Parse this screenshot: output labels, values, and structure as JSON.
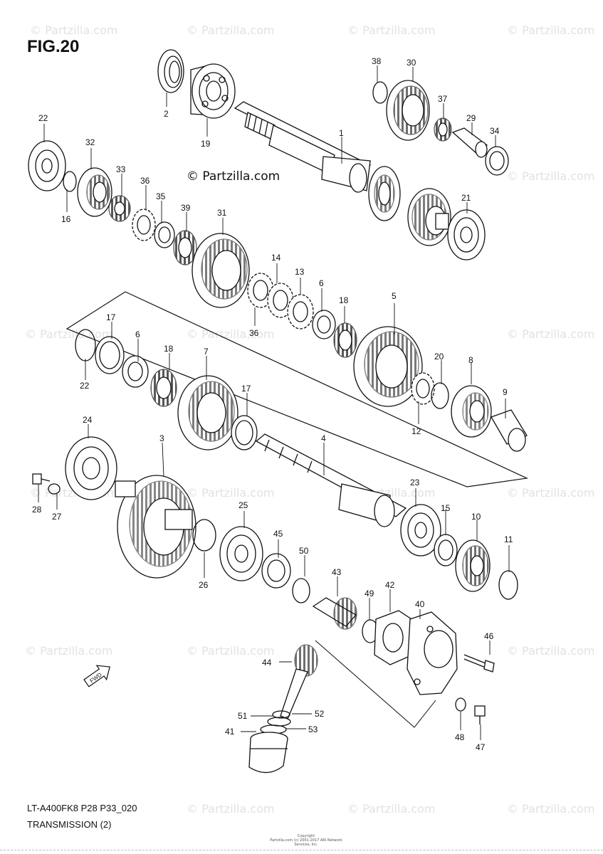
{
  "figure": {
    "title": "FIG.20",
    "brand": "© Partzilla.com",
    "model_code": "LT-A400FK8 P28 P33_020",
    "section_name": "TRANSMISSION (2)",
    "copyright_line1": "Copyright",
    "copyright_line2": "Partzilla.com (c) 2001-2017 ARI Network Services, Inc."
  },
  "watermark": {
    "text": "© Partzilla.com"
  },
  "direction_marker": {
    "label": "FWD",
    "icon": "arrow-fwd-icon"
  },
  "parts": [
    {
      "num": "1"
    },
    {
      "num": "2"
    },
    {
      "num": "3"
    },
    {
      "num": "4"
    },
    {
      "num": "5"
    },
    {
      "num": "6"
    },
    {
      "num": "6"
    },
    {
      "num": "7"
    },
    {
      "num": "8"
    },
    {
      "num": "9"
    },
    {
      "num": "10"
    },
    {
      "num": "11"
    },
    {
      "num": "12"
    },
    {
      "num": "13"
    },
    {
      "num": "14"
    },
    {
      "num": "15"
    },
    {
      "num": "16"
    },
    {
      "num": "17"
    },
    {
      "num": "17"
    },
    {
      "num": "18"
    },
    {
      "num": "18"
    },
    {
      "num": "19"
    },
    {
      "num": "20"
    },
    {
      "num": "21"
    },
    {
      "num": "22"
    },
    {
      "num": "22"
    },
    {
      "num": "23"
    },
    {
      "num": "24"
    },
    {
      "num": "25"
    },
    {
      "num": "26"
    },
    {
      "num": "27"
    },
    {
      "num": "28"
    },
    {
      "num": "29"
    },
    {
      "num": "30"
    },
    {
      "num": "31"
    },
    {
      "num": "32"
    },
    {
      "num": "33"
    },
    {
      "num": "34"
    },
    {
      "num": "35"
    },
    {
      "num": "36"
    },
    {
      "num": "36"
    },
    {
      "num": "37"
    },
    {
      "num": "38"
    },
    {
      "num": "39"
    },
    {
      "num": "40"
    },
    {
      "num": "41"
    },
    {
      "num": "42"
    },
    {
      "num": "43"
    },
    {
      "num": "44"
    },
    {
      "num": "45"
    },
    {
      "num": "46"
    },
    {
      "num": "47"
    },
    {
      "num": "48"
    },
    {
      "num": "49"
    },
    {
      "num": "50"
    },
    {
      "num": "51"
    },
    {
      "num": "52"
    },
    {
      "num": "53"
    }
  ]
}
